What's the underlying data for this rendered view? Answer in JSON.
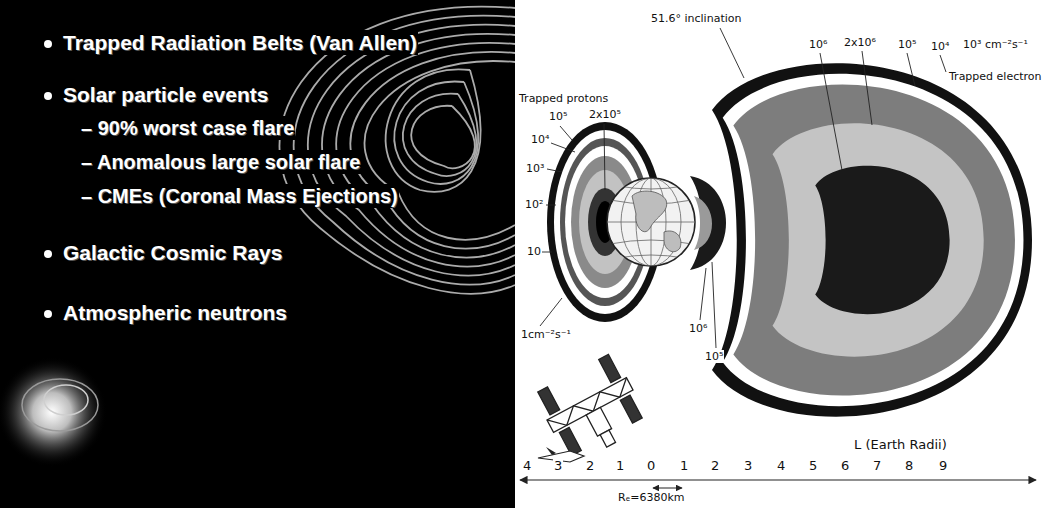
{
  "diagram": {
    "labels": [
      "Trapped Radiation Belts (Van Allen)",
      "Solar particle events",
      "– 90% worst case flare",
      "– Anomalous large solar flare",
      "– CMEs (Coronal Mass Ejections)",
      "Galactic Cosmic Rays",
      "Atmospheric neutrons",
      "Trapped protons",
      "10⁵",
      "2x10⁵",
      "10⁴",
      "10³",
      "10²",
      "10",
      "1cm⁻²s⁻¹",
      "51.6° inclination",
      "10⁶",
      "2x10⁶",
      "10⁵",
      "10⁴",
      "10³ cm⁻²s⁻¹",
      "Trapped electron",
      "10⁶",
      "10⁵",
      "L (Earth Radii)",
      "4",
      "3",
      "2",
      "1",
      "0",
      "1",
      "2",
      "3",
      "4",
      "5",
      "6",
      "7",
      "8",
      "9",
      "Rₑ=6380km"
    ]
  }
}
